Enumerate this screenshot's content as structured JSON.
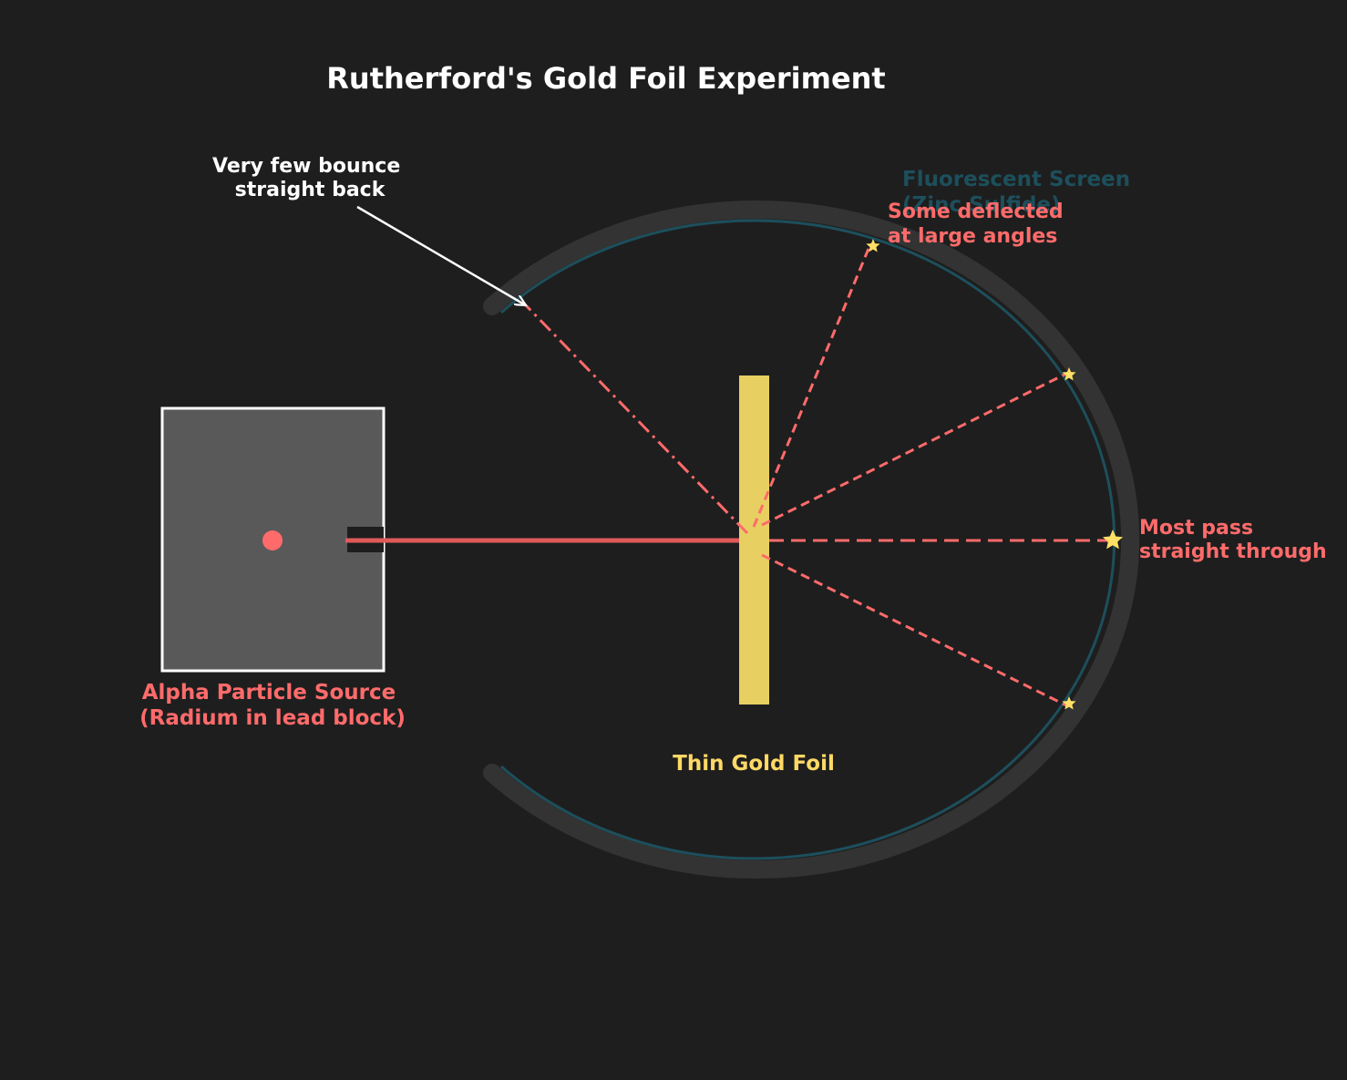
{
  "diagram": {
    "title": "Rutherford's Gold Foil Experiment",
    "labels": {
      "source_line1": "Alpha Particle Source",
      "source_line2": "(Radium in lead block)",
      "foil": "Thin Gold Foil",
      "screen_line1": "Fluorescent Screen",
      "screen_line2": "(Zinc Sulfide)",
      "deflected_line1": "Some deflected",
      "deflected_line2": "at large angles",
      "straight_line1": "Most pass",
      "straight_line2": "straight through",
      "bounce_line1": "Very few bounce",
      "bounce_line2": "straight back"
    },
    "colors": {
      "background": "#1e1e1e",
      "title": "#ffffff",
      "beam": "#ff6b6b",
      "foil": "#e8cf62",
      "foil_label": "#ffd966",
      "screen": "#1d4f5c",
      "screen_shadow": "#333333",
      "lead_block": "#595959",
      "star": "#ffe066",
      "annotation": "#ffffff"
    }
  }
}
